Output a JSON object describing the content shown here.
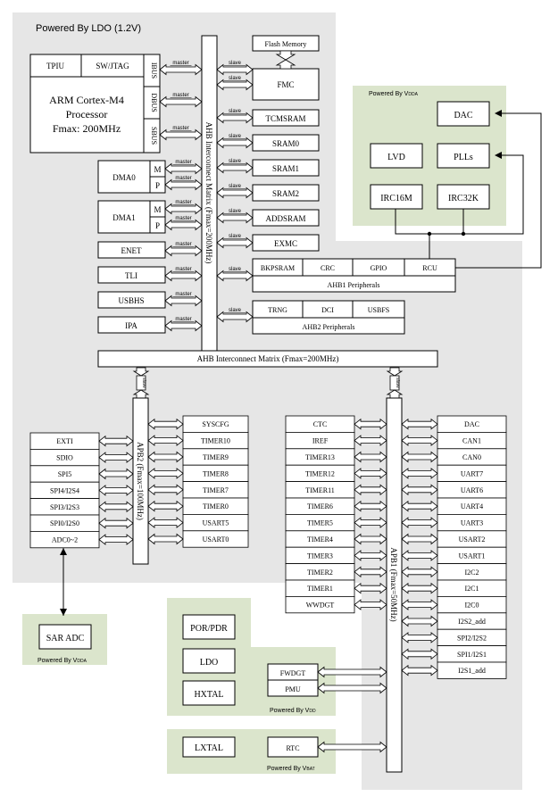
{
  "regions": {
    "ldo": "Powered By LDO (1.2V)",
    "vdda_top": "Powered By V",
    "vdda_top_sub": "DDA",
    "vdda_bottom": "Powered By V",
    "vdda_bottom_sub": "DDA",
    "vdd": "Powered By V",
    "vdd_sub": "DD",
    "vbat": "Powered By V",
    "vbat_sub": "BAT"
  },
  "cpu": {
    "tpiu": "TPIU",
    "swjtag": "SW/JTAG",
    "line1": "ARM Cortex-M4",
    "line2": "Processor",
    "line3": "Fmax: 200MHz",
    "ibus": "IBUS",
    "dbus": "DBUS",
    "sbus": "SBUS"
  },
  "link": {
    "master": "master",
    "slave": "slave"
  },
  "dma": {
    "dma0": "DMA0",
    "dma1": "DMA1",
    "m": "M",
    "p": "P"
  },
  "masters": [
    "ENET",
    "TLI",
    "USBHS",
    "IPA"
  ],
  "ahb_matrix_v": "AHB Interconnect Matrix (Fmax=200MHz)",
  "ahb_matrix_h": "AHB Interconnect Matrix (Fmax=200MHz)",
  "flash": "Flash Memory",
  "fmc": "FMC",
  "slaves": [
    "TCMSRAM",
    "SRAM0",
    "SRAM1",
    "SRAM2",
    "ADDSRAM",
    "EXMC"
  ],
  "ahb1": {
    "items": [
      "BKPSRAM",
      "CRC",
      "GPIO",
      "RCU"
    ],
    "label": "AHB1 Peripherals"
  },
  "ahb2": {
    "items": [
      "TRNG",
      "DCI",
      "USBFS"
    ],
    "label": "AHB2 Peripherals"
  },
  "analog": {
    "dac": "DAC",
    "lvd": "LVD",
    "plls": "PLLs",
    "irc16m": "IRC16M",
    "irc32k": "IRC32K"
  },
  "apb2": {
    "label": "APB2 (Fmax=100MHz)",
    "left": [
      "EXTI",
      "SDIO",
      "SPI5",
      "SPI4/I2S4",
      "SPI3/I2S3",
      "SPI0/I2S0",
      "ADC0~2"
    ],
    "right": [
      "SYSCFG",
      "TIMER10",
      "TIMER9",
      "TIMER8",
      "TIMER7",
      "TIMER0",
      "USART5",
      "USART0"
    ]
  },
  "apb1": {
    "label": "APB1 (Fmax=50MHz)",
    "left": [
      "CTC",
      "IREF",
      "TIMER13",
      "TIMER12",
      "TIMER11",
      "TIMER6",
      "TIMER5",
      "TIMER4",
      "TIMER3",
      "TIMER2",
      "TIMER1",
      "WWDGT"
    ],
    "right": [
      "DAC",
      "CAN1",
      "CAN0",
      "UART7",
      "UART6",
      "UART4",
      "UART3",
      "USART2",
      "USART1",
      "I2C2",
      "I2C1",
      "I2C0",
      "I2S2_add",
      "SPI2/I2S2",
      "SPI1/I2S1",
      "I2S1_add"
    ]
  },
  "saradc": "SAR ADC",
  "vdd_blocks": {
    "por": "POR/PDR",
    "ldo": "LDO",
    "hxtal": "HXTAL",
    "fwdgt": "FWDGT",
    "pmu": "PMU"
  },
  "vbat_blocks": {
    "lxtal": "LXTAL",
    "rtc": "RTC"
  }
}
